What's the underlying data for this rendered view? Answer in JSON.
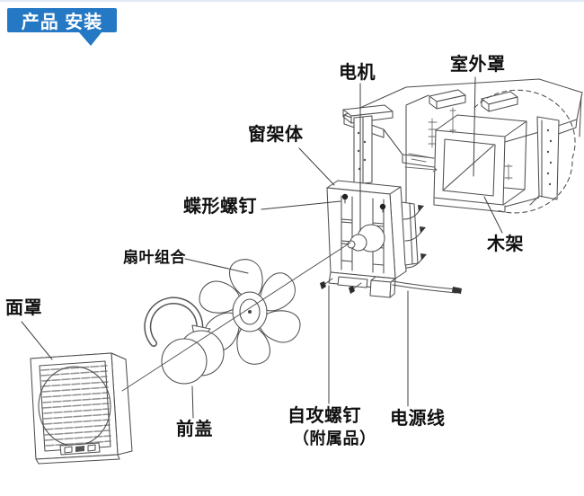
{
  "header": {
    "badge": "产品 安装"
  },
  "colors": {
    "badge_bg": "#2478c4",
    "top_rule": "#b9cfe5",
    "line_art": "#4e4e4e",
    "label_text": "#101010",
    "background": "#ffffff"
  },
  "diagram": {
    "labels": {
      "motor": "电机",
      "outdoor_cover": "室外罩",
      "window_frame_body": "窗架体",
      "butterfly_screw": "蝶形螺钉",
      "wood_frame": "木架",
      "fan_blade_assembly": "扇叶组合",
      "face_cover": "面罩",
      "front_cap": "前盖",
      "self_tapping_screw": "自攻螺钉",
      "self_tapping_screw_note": "（附属品）",
      "power_cord": "电源线"
    }
  }
}
